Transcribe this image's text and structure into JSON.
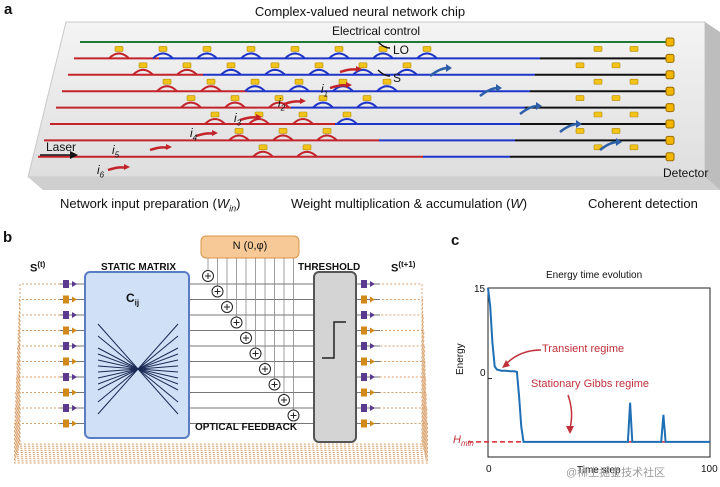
{
  "panel_a": {
    "letter": "a",
    "title": "Complex-valued neural network chip",
    "electrical_control": "Electrical control",
    "lo": "LO",
    "s": "S",
    "laser": "Laser",
    "detector": "Detector",
    "inputs": [
      "i",
      "i",
      "i",
      "i",
      "i",
      "i"
    ],
    "input_subs": [
      "1",
      "2",
      "3",
      "4",
      "5",
      "6"
    ],
    "sections": {
      "prep_label": "Network input preparation (",
      "prep_var": "W",
      "prep_sub": "in",
      "prep_close": ")",
      "weight_label": "Weight multiplication & accumulation (",
      "weight_var": "W",
      "weight_close": ")",
      "coherent": "Coherent detection"
    },
    "colors": {
      "red": "#c3242c",
      "blue": "#1f35c8",
      "black": "#111111",
      "green": "#1f7a35",
      "heater": "#f2c318",
      "detector": "#f2b600"
    }
  },
  "panel_b": {
    "letter": "b",
    "s_in": "S",
    "s_in_sup": "(t)",
    "s_out": "S",
    "s_out_sup": "(t+1)",
    "static_matrix": "STATIC MATRIX",
    "cij": "C",
    "cij_sub": "ij",
    "noise": "N (0,φ)",
    "threshold": "THRESHOLD",
    "feedback": "OPTICAL FEEDBACK"
  },
  "panel_c": {
    "letter": "c",
    "watermark": "@稀土掘金技术社区"
  },
  "chart_data": {
    "type": "line",
    "title": "Energy time evolution",
    "xlabel": "Time step",
    "ylabel": "Energy",
    "xlim": [
      0,
      100
    ],
    "ylim": [
      -13,
      15
    ],
    "x_ticks": [
      "0",
      "100"
    ],
    "y_ticks": [
      "15",
      "0"
    ],
    "hmin_label": "H",
    "hmin_sub": "min",
    "hmin_value": -10.5,
    "annotations": [
      "Transient regime",
      "Stationary Gibbs regime"
    ],
    "series": [
      {
        "x": [
          0,
          1,
          2,
          3,
          4,
          5,
          6,
          8,
          10,
          12,
          13,
          14,
          15,
          16,
          17,
          18,
          20,
          25,
          30,
          38,
          40,
          41,
          42,
          43,
          50,
          55,
          60,
          62,
          63,
          64,
          65,
          66,
          70,
          78,
          79,
          80,
          81,
          82,
          90,
          100
        ],
        "y": [
          15,
          12,
          6,
          2,
          1.5,
          1.4,
          1.3,
          1.3,
          1.2,
          1.2,
          1.1,
          -3,
          -8,
          -10.5,
          -10.5,
          -10.5,
          -10.5,
          -10.5,
          -10.5,
          -10.5,
          -10.5,
          -10.5,
          -10.5,
          -10.5,
          -10.5,
          -10.5,
          -10.5,
          -10.5,
          -10.5,
          -4,
          -10.5,
          -10.5,
          -10.5,
          -10.5,
          -6,
          -10.5,
          -10.5,
          -10.5,
          -10.5,
          -10.5
        ]
      }
    ],
    "colors": {
      "line": "#1f6fb5",
      "hmin": "#d9272e",
      "annot": "#c0303a"
    }
  }
}
